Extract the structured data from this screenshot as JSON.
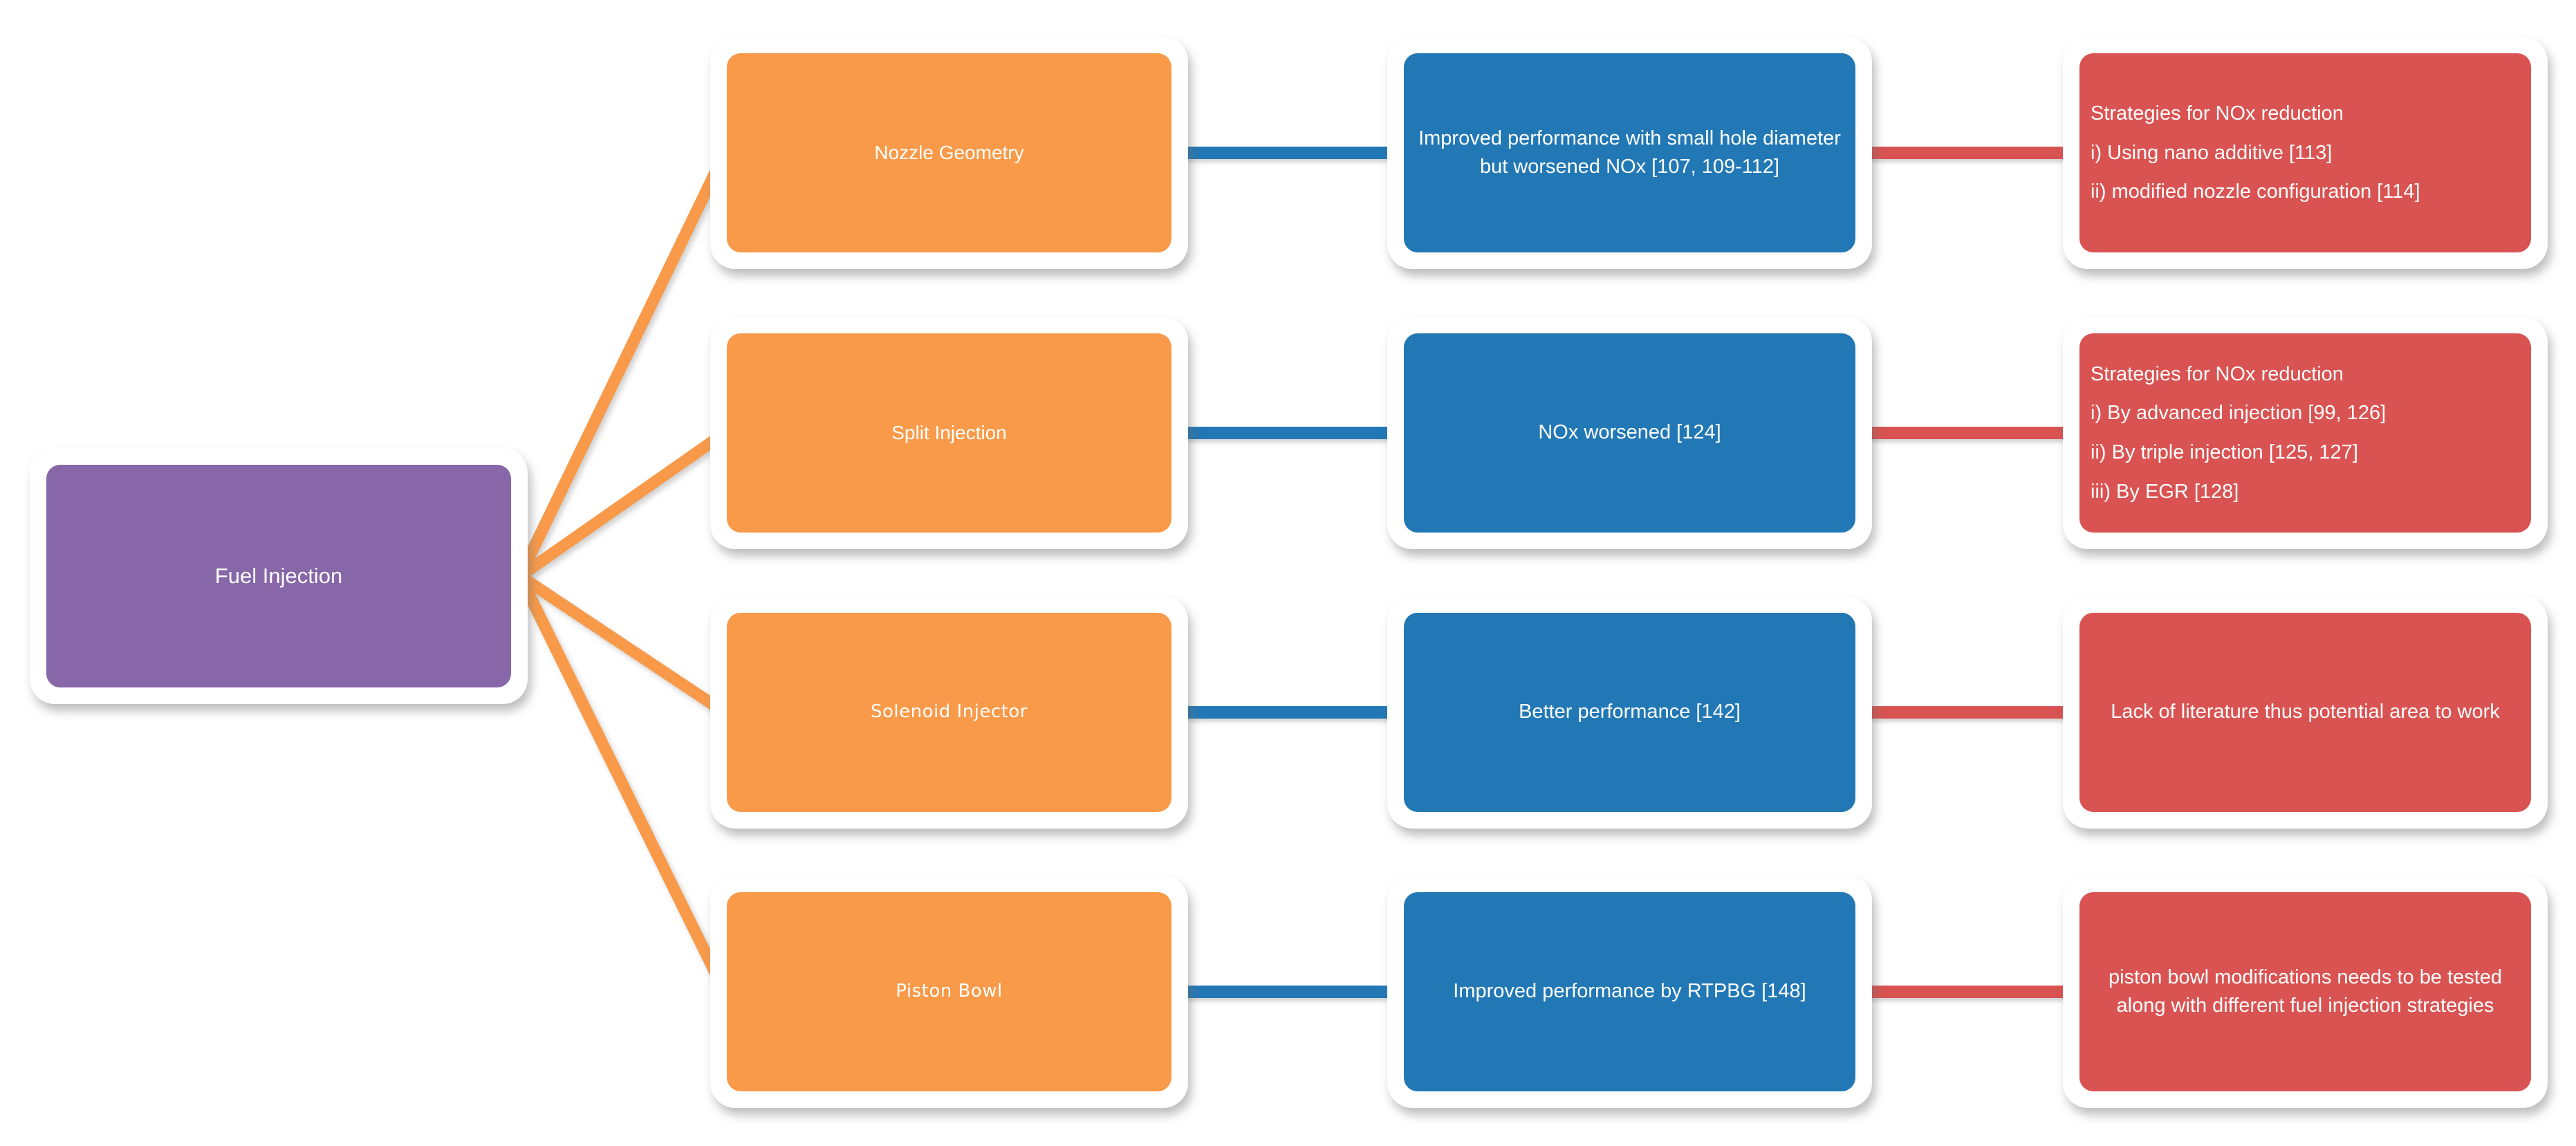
{
  "colors": {
    "background": "#FFFFFF",
    "text": "#FFFFFF",
    "root": "#8767A8",
    "topic": "#F89A49",
    "finding": "#2278B5",
    "strategy": "#D95352"
  },
  "root": {
    "label": "Fuel Injection"
  },
  "rows": [
    {
      "topic": "Nozzle Geometry",
      "finding": "Improved performance with small hole diameter but worsened NOx [107, 109-112]",
      "strategy": {
        "align": "left",
        "lines": [
          "Strategies for NOx reduction",
          "i) Using  nano additive [113]",
          "ii) modified nozzle configuration [114]"
        ]
      }
    },
    {
      "topic": "Split Injection",
      "finding": "NOx worsened [124]",
      "strategy": {
        "align": "left",
        "lines": [
          "Strategies for NOx reduction",
          "i) By advanced injection [99, 126]",
          "ii) By triple injection [125, 127]",
          "iii) By EGR [128]"
        ]
      }
    },
    {
      "topic": "Solenoid Injector",
      "finding": "Better performance [142]",
      "strategy": {
        "align": "center",
        "lines": [
          "Lack of literature thus potential area to work"
        ]
      }
    },
    {
      "topic": "Piston Bowl",
      "finding": "Improved performance by RTPBG [148]",
      "strategy": {
        "align": "center",
        "lines": [
          "piston bowl modifications needs to be tested along with different fuel injection strategies"
        ]
      }
    }
  ]
}
